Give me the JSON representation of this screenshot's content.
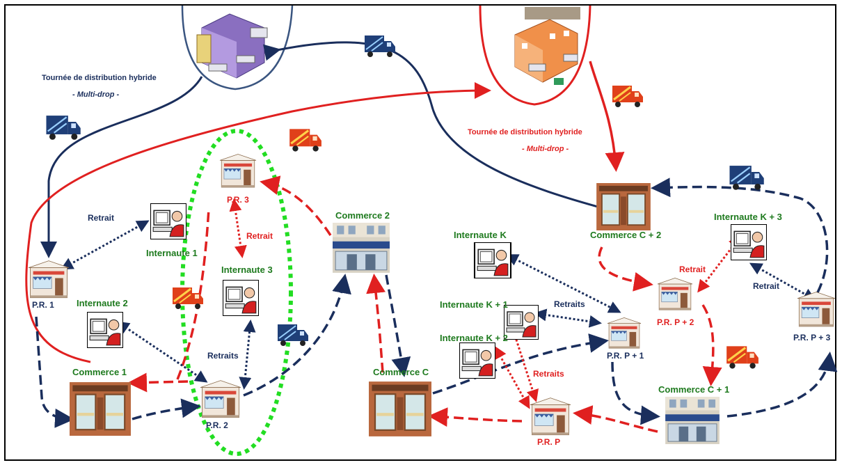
{
  "depots": {
    "left_label": "Tournée de distribution hybride",
    "left_sub": "- Multi-drop -",
    "right_label": "Tournée de distribution hybride",
    "right_sub": "- Multi-drop -"
  },
  "nodes": {
    "pr1": "P.R. 1",
    "pr2": "P.R. 2",
    "pr3": "P.R. 3",
    "prp": "P.R. P",
    "prp1": "P.R. P + 1",
    "prp2": "P.R. P + 2",
    "prp3": "P.R. P + 3",
    "commerce1": "Commerce 1",
    "commerce2": "Commerce 2",
    "commerceC": "Commerce C",
    "commerceC1": "Commerce C + 1",
    "commerceC2": "Commerce C + 2",
    "internaute1": "Internaute 1",
    "internaute2": "Internaute 2",
    "internaute3": "Internaute 3",
    "internauteK": "Internaute K",
    "internauteK1": "Internaute K + 1",
    "internauteK2": "Internaute K + 2",
    "internauteK3": "Internaute K + 3"
  },
  "edges": {
    "retrait_left": "Retrait",
    "retrait_pr3": "Retrait",
    "retraits_pr2": "Retraits",
    "retraits_k1": "Retraits",
    "retraits_k2": "Retraits",
    "retrait_prp2": "Retrait",
    "retrait_prp3": "Retrait"
  },
  "colors": {
    "navy": "#1a2e5c",
    "red": "#e02020",
    "green": "#1e7a1e",
    "circle_green": "#22dd22"
  }
}
